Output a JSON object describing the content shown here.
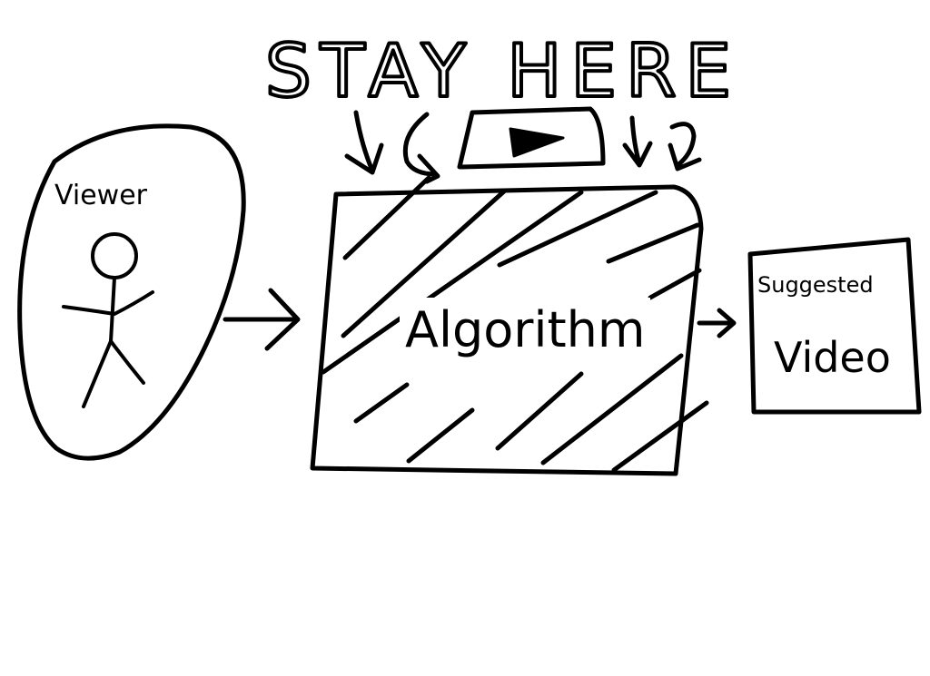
{
  "diagram": {
    "title": "STAY HERE",
    "nodes": {
      "viewer": "Viewer",
      "algorithm": "Algorithm",
      "suggested_line1": "Suggested",
      "suggested_line2": "Video"
    },
    "colors": {
      "ink": "#000000",
      "paper": "#ffffff"
    },
    "icons": {
      "video": "play-button-icon",
      "person": "stick-figure-icon"
    }
  }
}
